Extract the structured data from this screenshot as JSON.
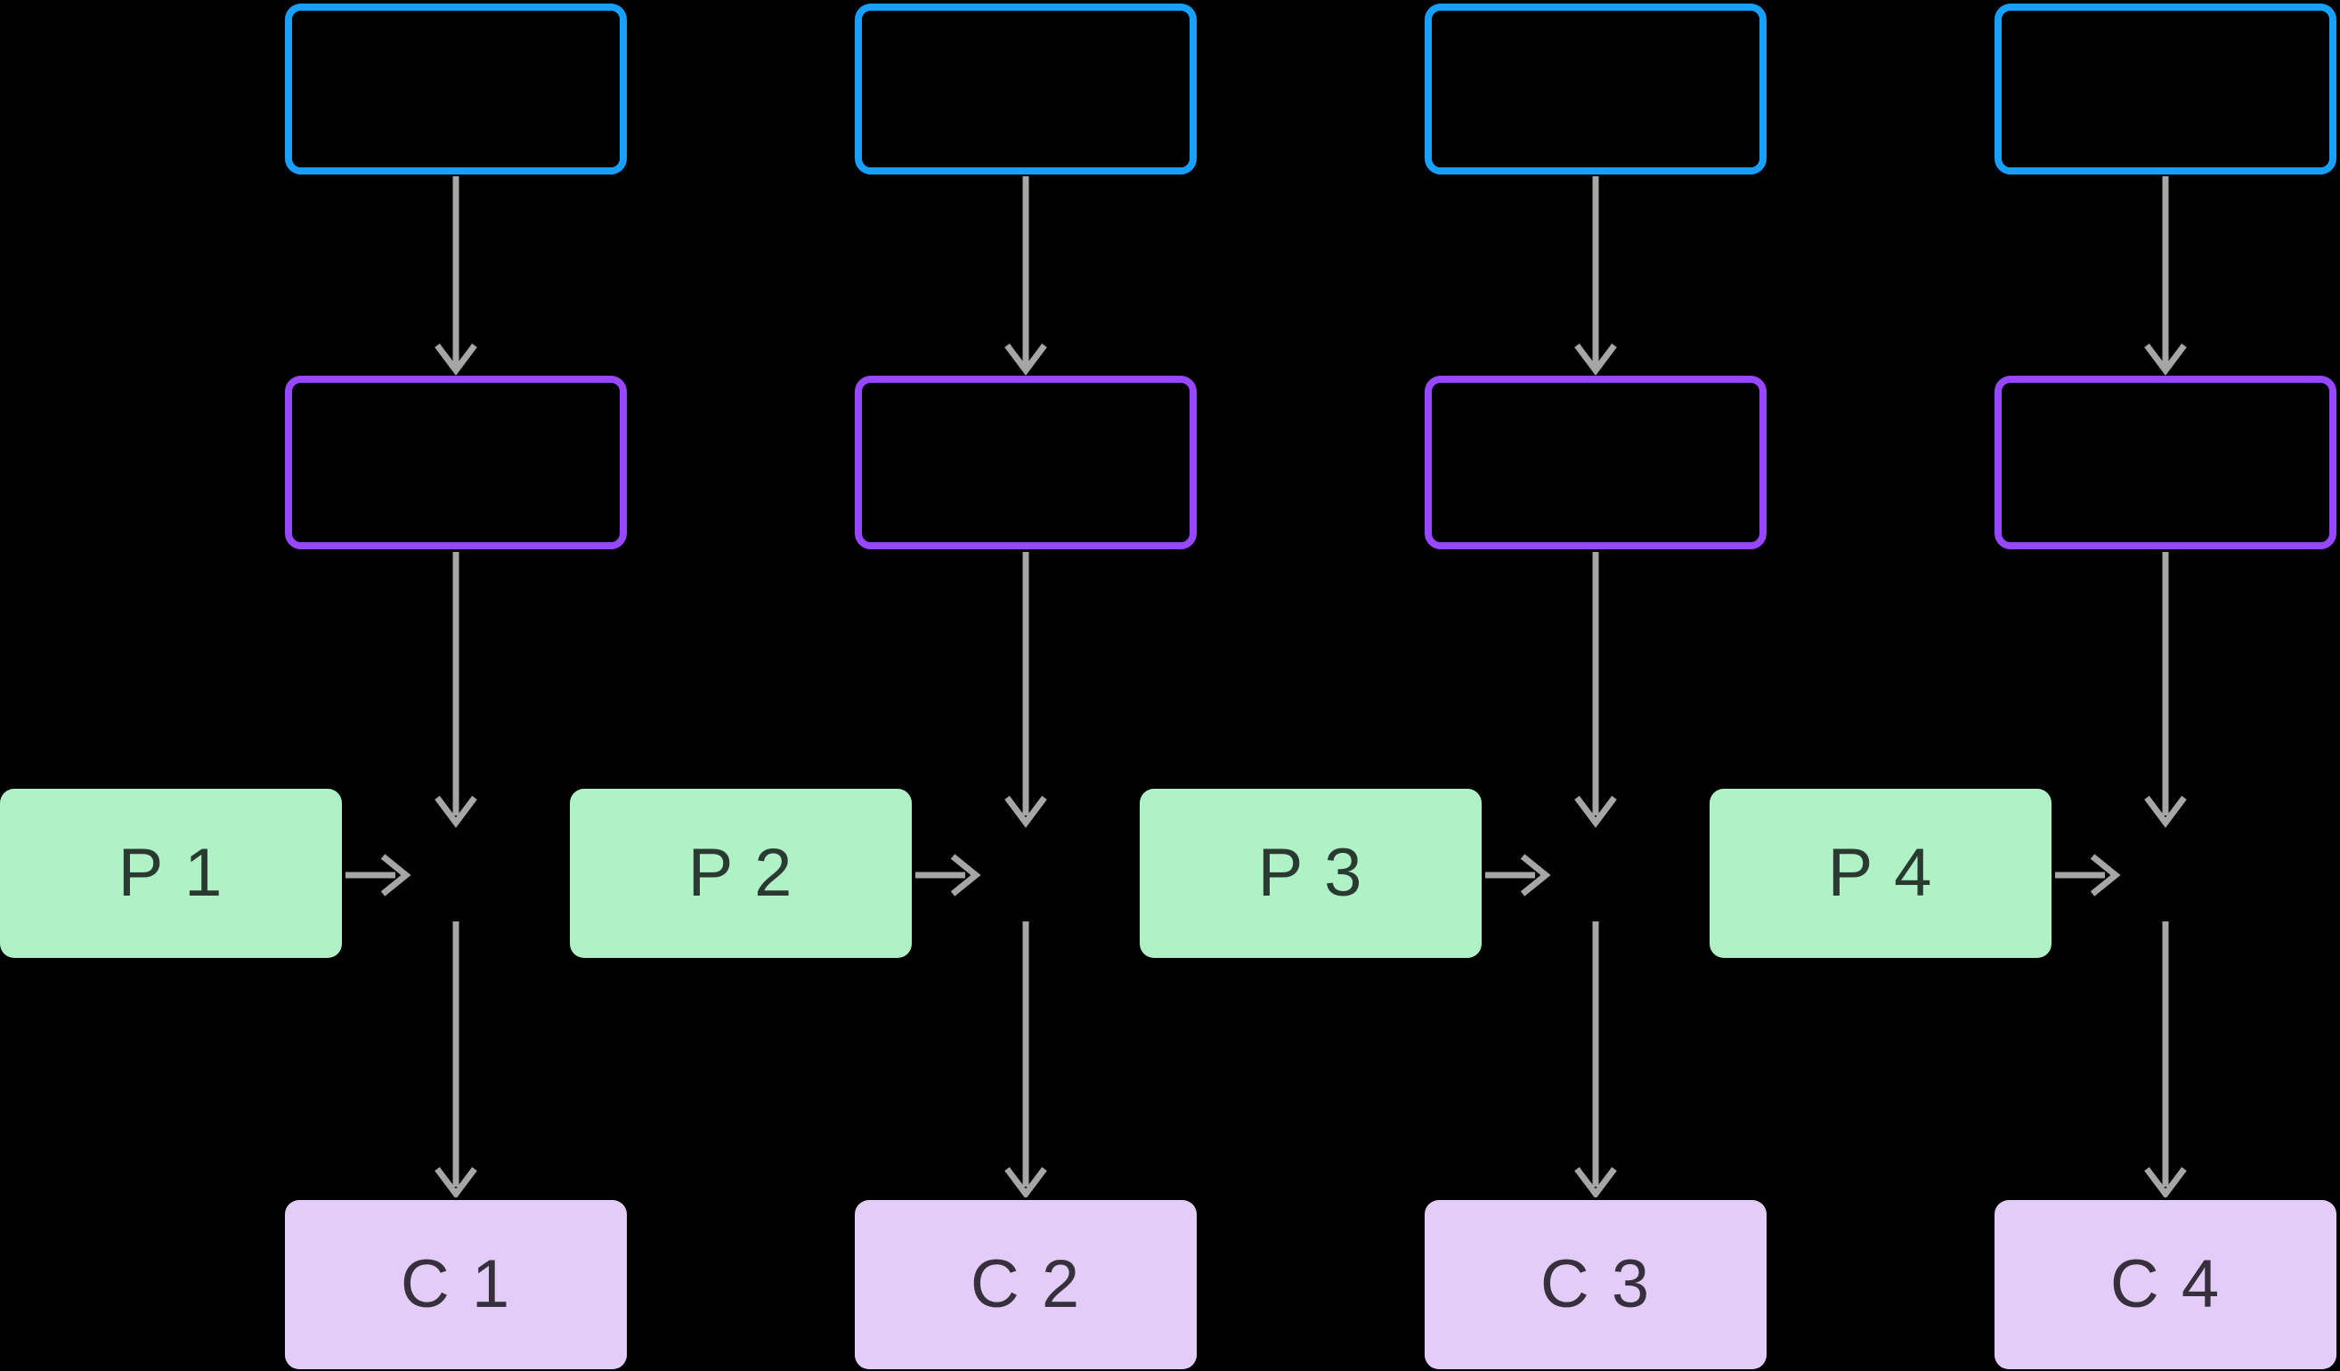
{
  "diagram": {
    "background": "#000000",
    "colors": {
      "top-box-stroke": "#18A0FB",
      "mid-box-stroke": "#9747FF",
      "arrow": "#A6A6A6",
      "p-box-fill": "#AEF2C6",
      "c-box-fill": "#E3CCF7",
      "p-label-text": "#2A3A30",
      "c-label-text": "#35303C"
    },
    "columns": [
      {
        "p_label": "P 1",
        "c_label": "C 1"
      },
      {
        "p_label": "P 2",
        "c_label": "C 2"
      },
      {
        "p_label": "P 3",
        "c_label": "C 3"
      },
      {
        "p_label": "P 4",
        "c_label": "C 4"
      }
    ]
  }
}
